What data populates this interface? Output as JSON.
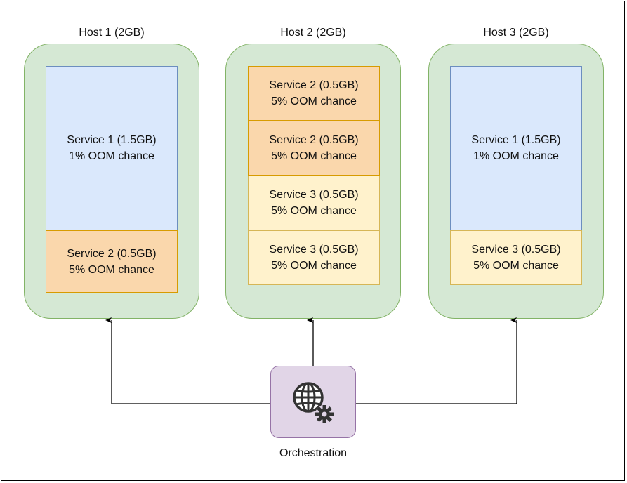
{
  "hosts": [
    {
      "title": "Host 1 (2GB)",
      "services": [
        {
          "line1": "Service 1 (1.5GB)",
          "line2": "1% OOM chance",
          "color": "blue"
        },
        {
          "line1": "Service 2 (0.5GB)",
          "line2": "5% OOM chance",
          "color": "orange"
        }
      ]
    },
    {
      "title": "Host 2 (2GB)",
      "services": [
        {
          "line1": "Service 2 (0.5GB)",
          "line2": "5% OOM chance",
          "color": "orange"
        },
        {
          "line1": "Service 2 (0.5GB)",
          "line2": "5% OOM chance",
          "color": "orange"
        },
        {
          "line1": "Service 3 (0.5GB)",
          "line2": "5% OOM chance",
          "color": "yellow"
        },
        {
          "line1": "Service 3 (0.5GB)",
          "line2": "5% OOM chance",
          "color": "yellow"
        }
      ]
    },
    {
      "title": "Host 3 (2GB)",
      "services": [
        {
          "line1": "Service 1 (1.5GB)",
          "line2": "1% OOM chance",
          "color": "blue"
        },
        {
          "line1": "Service 3 (0.5GB)",
          "line2": "5% OOM chance",
          "color": "yellow"
        }
      ]
    }
  ],
  "orchestration": {
    "label": "Orchestration",
    "icon": "globe-gear-icon"
  },
  "colors": {
    "host_fill": "#d5e8d4",
    "host_stroke": "#82b366",
    "blue_fill": "#dae8fc",
    "orange_fill": "#fad7ac",
    "yellow_fill": "#fff2cc",
    "orchestration_fill": "#e1d5e7"
  }
}
